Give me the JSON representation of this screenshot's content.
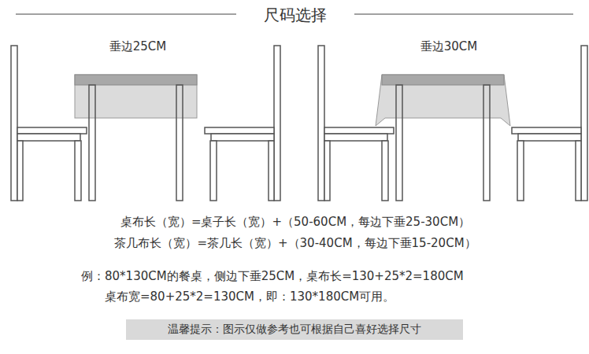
{
  "diagram": {
    "title": "尺码选择",
    "nodes": [
      {
        "text": [
          "温馨提示：图示仅做参考也可根据自己喜好选择尺寸"
        ]
      }
    ],
    "labels": [
      "垂边25CM",
      "垂边30CM",
      "桌布长（宽）=桌子长（宽）+（50-60CM，每边下垂25-30CM）",
      "茶几布长（宽）=茶几长（宽）+（30-40CM，每边下垂15-20CM）",
      "例：80*130CM的餐桌，侧边下垂25CM，桌布长=130+25*2=180CM",
      "桌布宽=80+25*2=130CM，即：130*180CM可用。"
    ]
  }
}
